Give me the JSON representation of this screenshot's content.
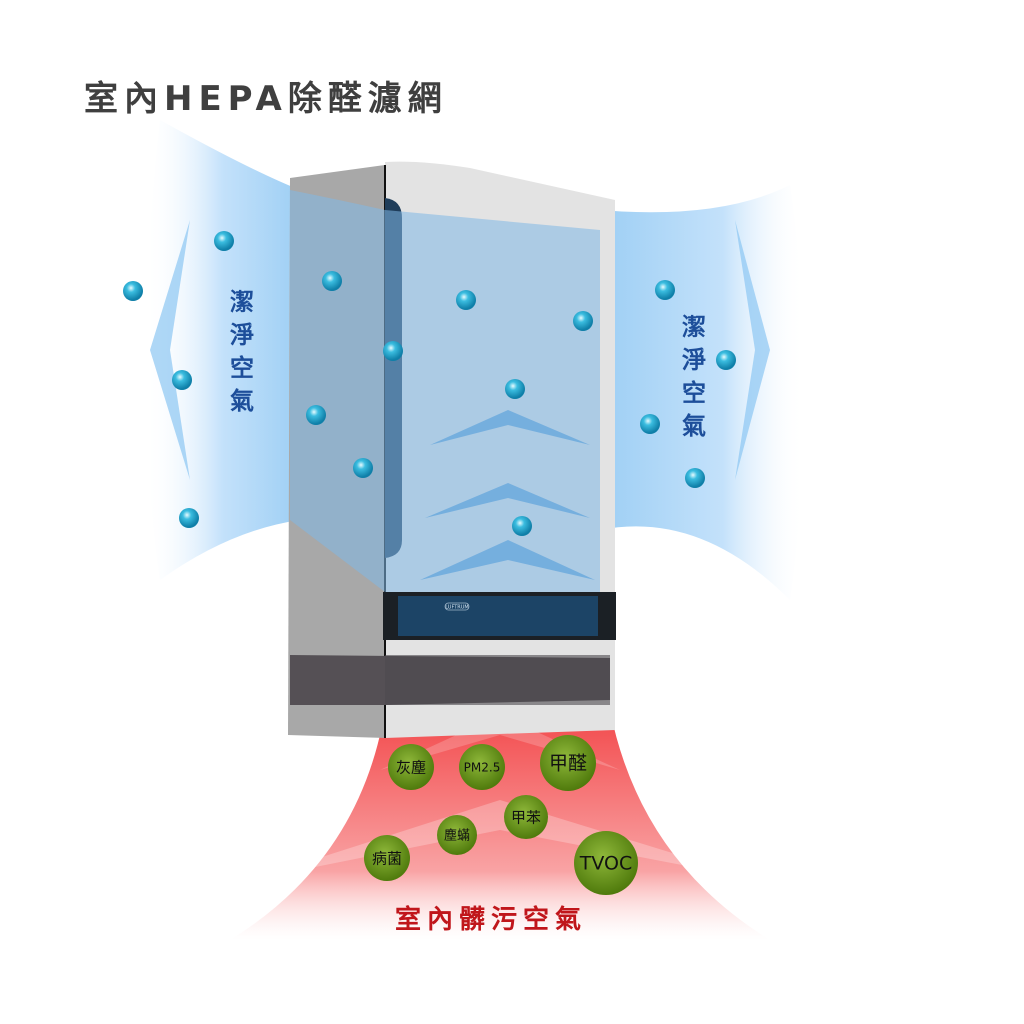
{
  "title": "室內HEPA除醛濾網",
  "clean_air_label": [
    "潔",
    "淨",
    "空",
    "氣"
  ],
  "dirty_air_label": "室內髒污空氣",
  "brand": "LUFTRUM",
  "pollutants": [
    "灰塵",
    "PM2.5",
    "甲醛",
    "甲苯",
    "塵蟎",
    "病菌",
    "TVOC"
  ],
  "colors": {
    "clean_flow": "#8cc6f2",
    "dirty_flow": "#f2484a",
    "particle": "#1aa0c8",
    "pollutant": "#5f8a12",
    "title": "#3f3f3f",
    "clean_text": "#1d4e9a",
    "dirty_text": "#c0161b"
  }
}
